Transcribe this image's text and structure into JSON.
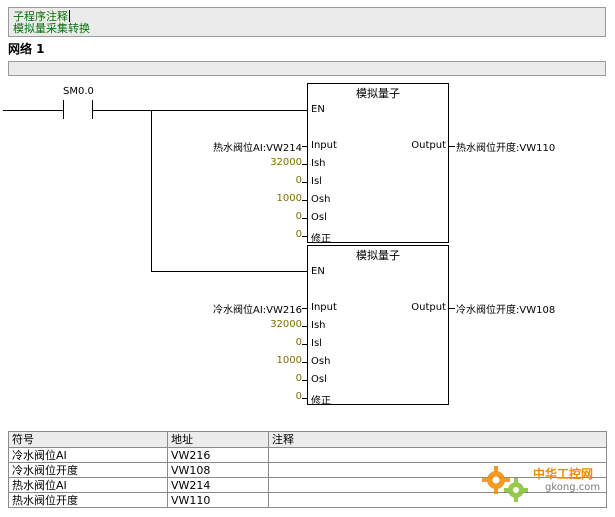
{
  "comment": {
    "line1": "子程序注释",
    "line2": "模拟量采集转换"
  },
  "network": {
    "title": "网络 1"
  },
  "contact": {
    "label": "SM0.0"
  },
  "blocks": [
    {
      "title": "模拟量子",
      "en": "EN",
      "input_pin": "Input",
      "input_var": "热水阀位AI:VW214",
      "output_pin": "Output",
      "output_var": "热水阀位开度:VW110",
      "params": [
        {
          "pin": "Ish",
          "value": "32000"
        },
        {
          "pin": "Isl",
          "value": "0"
        },
        {
          "pin": "Osh",
          "value": "1000"
        },
        {
          "pin": "Osl",
          "value": "0"
        },
        {
          "pin": "修正",
          "value": "0"
        }
      ]
    },
    {
      "title": "模拟量子",
      "en": "EN",
      "input_pin": "Input",
      "input_var": "冷水阀位AI:VW216",
      "output_pin": "Output",
      "output_var": "冷水阀位开度:VW108",
      "params": [
        {
          "pin": "Ish",
          "value": "32000"
        },
        {
          "pin": "Isl",
          "value": "0"
        },
        {
          "pin": "Osh",
          "value": "1000"
        },
        {
          "pin": "Osl",
          "value": "0"
        },
        {
          "pin": "修正",
          "value": "0"
        }
      ]
    }
  ],
  "symbol_table": {
    "headers": [
      "符号",
      "地址",
      "注释"
    ],
    "rows": [
      [
        "冷水阀位AI",
        "VW216",
        ""
      ],
      [
        "冷水阀位开度",
        "VW108",
        ""
      ],
      [
        "热水阀位AI",
        "VW214",
        ""
      ],
      [
        "热水阀位开度",
        "VW110",
        ""
      ]
    ]
  },
  "watermark": {
    "brand_cn": "中华工控网",
    "domain": "gkong.com",
    "colors": {
      "orange": "#f08a00",
      "green": "#8cc43c"
    }
  },
  "colors": {
    "panel_bg": "#ebebeb",
    "comment_text": "#0a6e0a",
    "constant_text": "#806c00"
  }
}
